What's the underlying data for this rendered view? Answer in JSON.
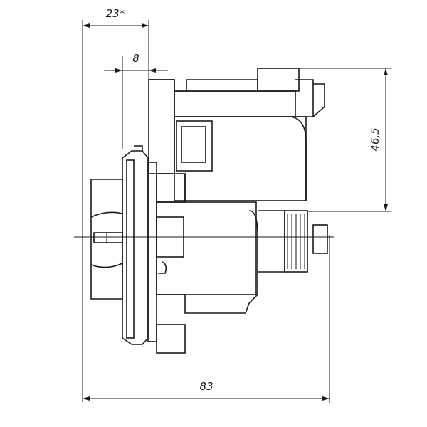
{
  "dimensions": {
    "overall_length": "83",
    "flange_offset": "23*",
    "flange_thickness": "8",
    "height_to_axis": "46,5"
  },
  "colors": {
    "line": "#1a1a1a",
    "background": "#ffffff"
  }
}
